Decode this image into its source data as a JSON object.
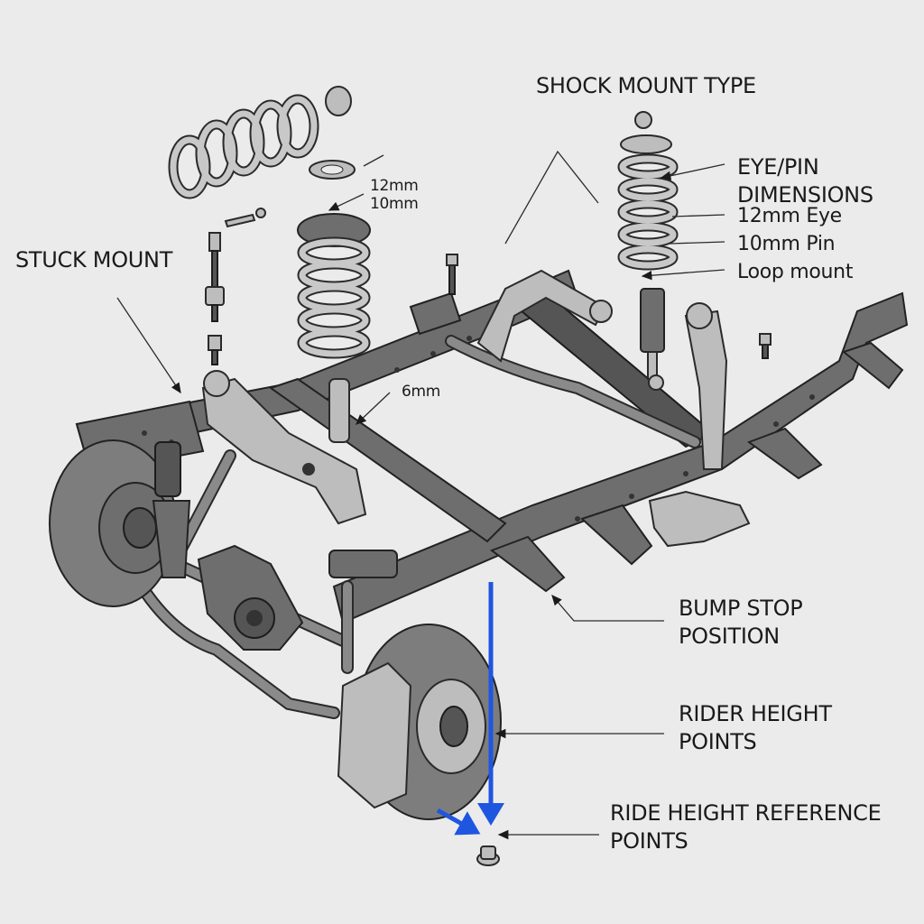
{
  "diagram": {
    "subject": "Exploded suspension subframe with coil springs, shocks, control arms, brake discs and sway bar",
    "accent_color": "#1f56e0",
    "labels": {
      "shock_mount_type": "SHOCK MOUNT TYPE",
      "eye_pin_dimensions": [
        "EYE/PIN",
        "DIMENSIONS"
      ],
      "eye_12mm": "12mm Eye",
      "pin_10mm": "10mm Pin",
      "loop_mount": "Loop mount",
      "washer_12mm": "12mm",
      "washer_10mm": "10mm",
      "stuck_mount": "STUCK MOUNT",
      "dim_6mm": "6mm",
      "bump_stop_position": [
        "BUMP STOP",
        "POSITION"
      ],
      "rider_height_points": [
        "RIDER HEIGHT",
        "POINTS"
      ],
      "ride_height_reference_points": [
        "RIDE HEIGHT REFERENCE",
        "POINTS"
      ]
    }
  }
}
